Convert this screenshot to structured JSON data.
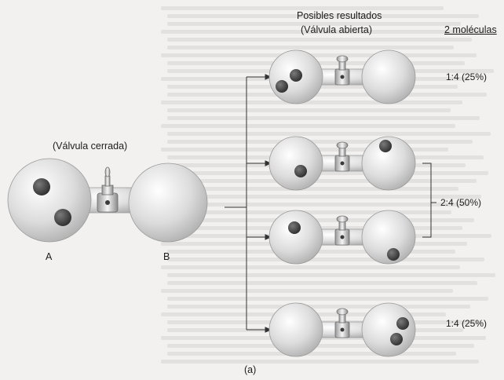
{
  "closed": {
    "title": "(Válvula cerrada)",
    "bulb_a": "A",
    "bulb_b": "B"
  },
  "results": {
    "title_line1": "Posibles resultados",
    "title_line2": "(Válvula abierta)",
    "molecules_header": "2 moléculas"
  },
  "outcomes": [
    {
      "ratio": "1:4 (25%)",
      "left_molecules": 2,
      "right_molecules": 0
    },
    {
      "left_molecules": 1,
      "right_molecules": 1
    },
    {
      "left_molecules": 1,
      "right_molecules": 1
    },
    {
      "ratio": "1:4 (25%)",
      "left_molecules": 0,
      "right_molecules": 2
    }
  ],
  "bracket_ratio": "2:4 (50%)",
  "panel_label": "(a)",
  "colors": {
    "bulb_fill": "#d9d9d9",
    "molecule": "#444444",
    "line": "#333333"
  }
}
